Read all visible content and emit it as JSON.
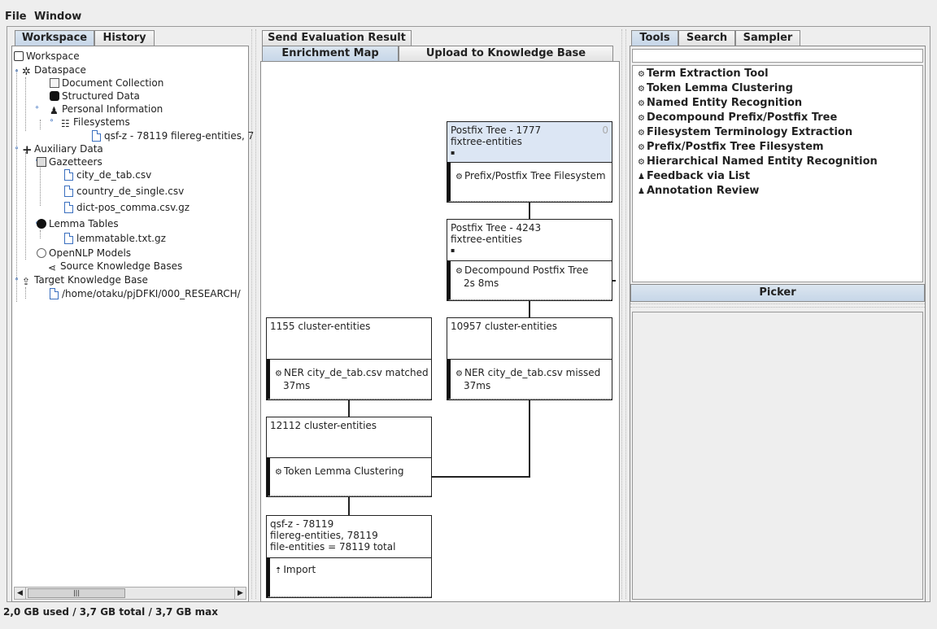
{
  "menu": {
    "file": "File",
    "window": "Window"
  },
  "left_tabs": {
    "workspace": "Workspace",
    "history": "History"
  },
  "tree": {
    "workspace": "Workspace",
    "dataspace": "Dataspace",
    "document_collection": "Document Collection",
    "structured_data": "Structured Data",
    "personal_information": "Personal Information",
    "filesystems": "Filesystems",
    "qsf_entry": "qsf-z - 78119 filereg-entities, 7",
    "auxiliary_data": "Auxiliary Data",
    "gazetteers": "Gazetteers",
    "city_csv": "city_de_tab.csv",
    "country_csv": "country_de_single.csv",
    "dict_csv": "dict-pos_comma.csv.gz",
    "lemma_tables": "Lemma Tables",
    "lemmatable": "lemmatable.txt.gz",
    "opennlp": "OpenNLP Models",
    "source_kb": "Source Knowledge Bases",
    "target_kb": "Target Knowledge Base",
    "target_path": "/home/otaku/pjDFKI/000_RESEARCH/"
  },
  "center_tabs": {
    "send_eval": "Send Evaluation Result",
    "enrichment_map": "Enrichment Map",
    "upload_kb": "Upload to Knowledge Base"
  },
  "nodes": {
    "postfix1": {
      "line1": "Postfix Tree - 1777",
      "line2": "fixtree-entities",
      "line3": "▪",
      "badge": "0",
      "tool": "Prefix/Postfix Tree Filesystem"
    },
    "postfix2": {
      "line1": "Postfix Tree - 4243",
      "line2": "fixtree-entities",
      "line3": "▪",
      "tool": "Decompound Postfix Tree",
      "time": "2s 8ms"
    },
    "cluster1155": {
      "line1": "1155 cluster-entities",
      "tool": "NER city_de_tab.csv matched",
      "time": "37ms"
    },
    "cluster10957": {
      "line1": "10957 cluster-entities",
      "tool": "NER city_de_tab.csv missed",
      "time": "37ms"
    },
    "cluster12112": {
      "line1": "12112 cluster-entities",
      "tool": "Token Lemma Clustering"
    },
    "qsf": {
      "line1": "qsf-z - 78119",
      "line2": "filereg-entities, 78119",
      "line3": "file-entities = 78119 total",
      "tool": "Import"
    }
  },
  "right_tabs": {
    "tools": "Tools",
    "search": "Search",
    "sampler": "Sampler"
  },
  "tools": [
    "Term Extraction Tool",
    "Token Lemma Clustering",
    "Named Entity Recognition",
    "Decompound Prefix/Postfix Tree",
    "Filesystem Terminology Extraction",
    "Prefix/Postfix Tree Filesystem",
    "Hierarchical Named Entity Recognition",
    "Feedback via List",
    "Annotation Review"
  ],
  "picker": {
    "label": "Picker"
  },
  "status": {
    "memory": "2,0 GB used / 3,7 GB total / 3,7 GB max"
  }
}
